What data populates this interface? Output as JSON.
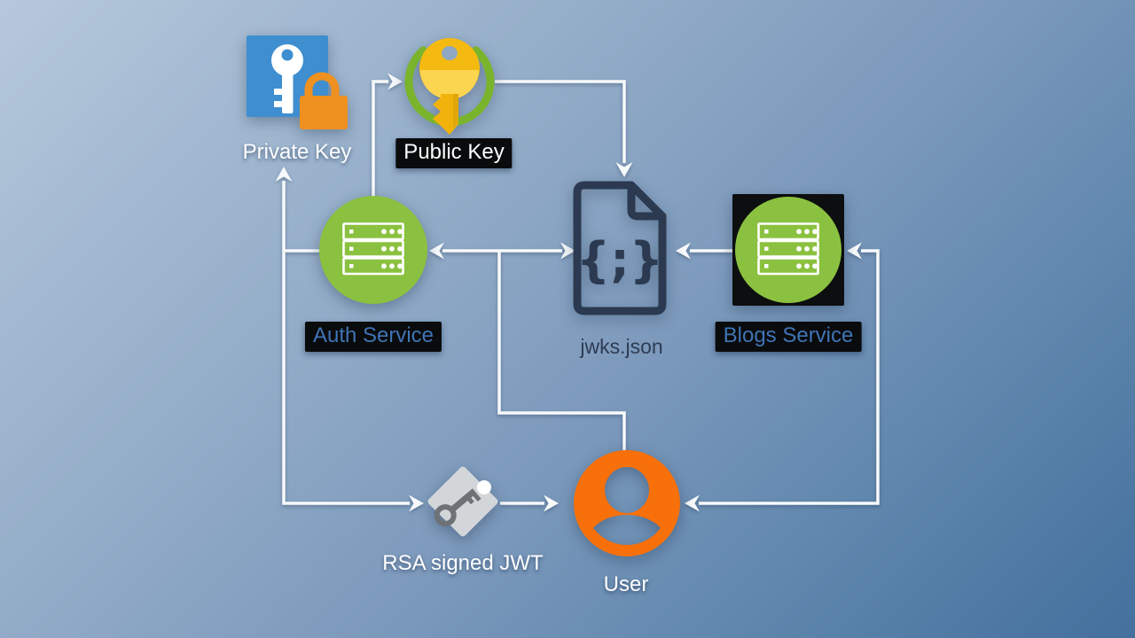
{
  "nodes": {
    "private_key": {
      "label": "Private Key",
      "icon": "private-key-icon"
    },
    "public_key": {
      "label": "Public Key",
      "icon": "public-key-icon"
    },
    "auth_service": {
      "label": "Auth Service",
      "icon": "auth-service-server-icon"
    },
    "jwks_file": {
      "label": "jwks.json",
      "icon": "json-document-icon",
      "glyph": "{;}"
    },
    "blogs_service": {
      "label": "Blogs Service",
      "icon": "blogs-service-server-icon"
    },
    "rsa_jwt": {
      "label": "RSA signed JWT",
      "icon": "key-tag-icon"
    },
    "user": {
      "label": "User",
      "icon": "user-person-icon"
    }
  },
  "edges": [
    {
      "from": "auth_service",
      "to": "private_key",
      "arrows": "to"
    },
    {
      "from": "auth_service",
      "to": "public_key",
      "arrows": "to"
    },
    {
      "from": "public_key",
      "to": "jwks_file",
      "arrows": "to"
    },
    {
      "from": "auth_service",
      "to": "jwks_file",
      "arrows": "both"
    },
    {
      "from": "jwks_file_link",
      "to": "user",
      "arrows": "none"
    },
    {
      "from": "blogs_service",
      "to": "jwks_file",
      "arrows": "to"
    },
    {
      "from": "user",
      "to": "blogs_service",
      "arrows": "both"
    },
    {
      "from": "auth_service",
      "to": "rsa_jwt",
      "arrows": "to"
    },
    {
      "from": "rsa_jwt",
      "to": "user",
      "arrows": "to"
    }
  ],
  "colors": {
    "background_top_left": "#b4c7db",
    "background_bottom_right": "#44709e",
    "connector": "#f7f9fb",
    "service_green": "#8bc140",
    "ring_green": "#79b42c",
    "key_gold": "#f5ba11",
    "key_blue_square": "#3e8ed0",
    "padlock_orange": "#ee9120",
    "user_orange": "#f8700a",
    "document_navy": "#2b3a50",
    "label_blue_text": "#3f74b5",
    "label_box_black": "#0a0b0c",
    "tag_gray": "#d3d6d9",
    "tag_key_gray": "#6e7277"
  }
}
